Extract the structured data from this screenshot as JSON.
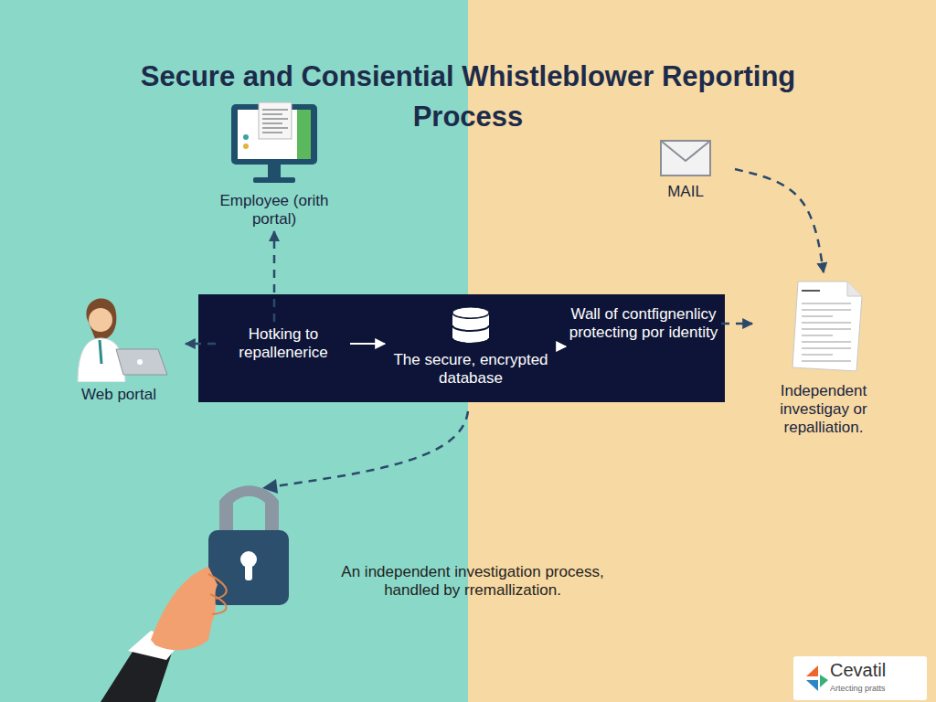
{
  "diagram": {
    "title": "Secure and Consiential Whistleblower Reporting Process",
    "nodes": [
      {
        "text": [
          "Employee (orith portal)"
        ]
      },
      {
        "text": [
          "MAIL"
        ]
      },
      {
        "text": [
          "Web portal"
        ]
      },
      {
        "text": [
          "Hotking to repallenerice"
        ]
      },
      {
        "text": [
          "The secure, encrypted database"
        ]
      },
      {
        "text": [
          "Wall of contfignenlicy protecting por identity"
        ]
      },
      {
        "text": [
          "Independent investigay or repalliation."
        ]
      }
    ],
    "edges": [
      {
        "from": 3,
        "to": 0,
        "arrow": "to"
      },
      {
        "from": 3,
        "to": 2,
        "arrow": "to"
      },
      {
        "from": 3,
        "to": 4,
        "arrow": "to"
      },
      {
        "from": 4,
        "to": 5,
        "arrow": "to"
      },
      {
        "from": 5,
        "to": 6,
        "arrow": "to"
      },
      {
        "from": 1,
        "to": 6,
        "arrow": "to"
      }
    ],
    "labels": [
      "An independent investigation process, handled by rremallization.",
      "Cevatil",
      "Artecting pratts"
    ]
  }
}
